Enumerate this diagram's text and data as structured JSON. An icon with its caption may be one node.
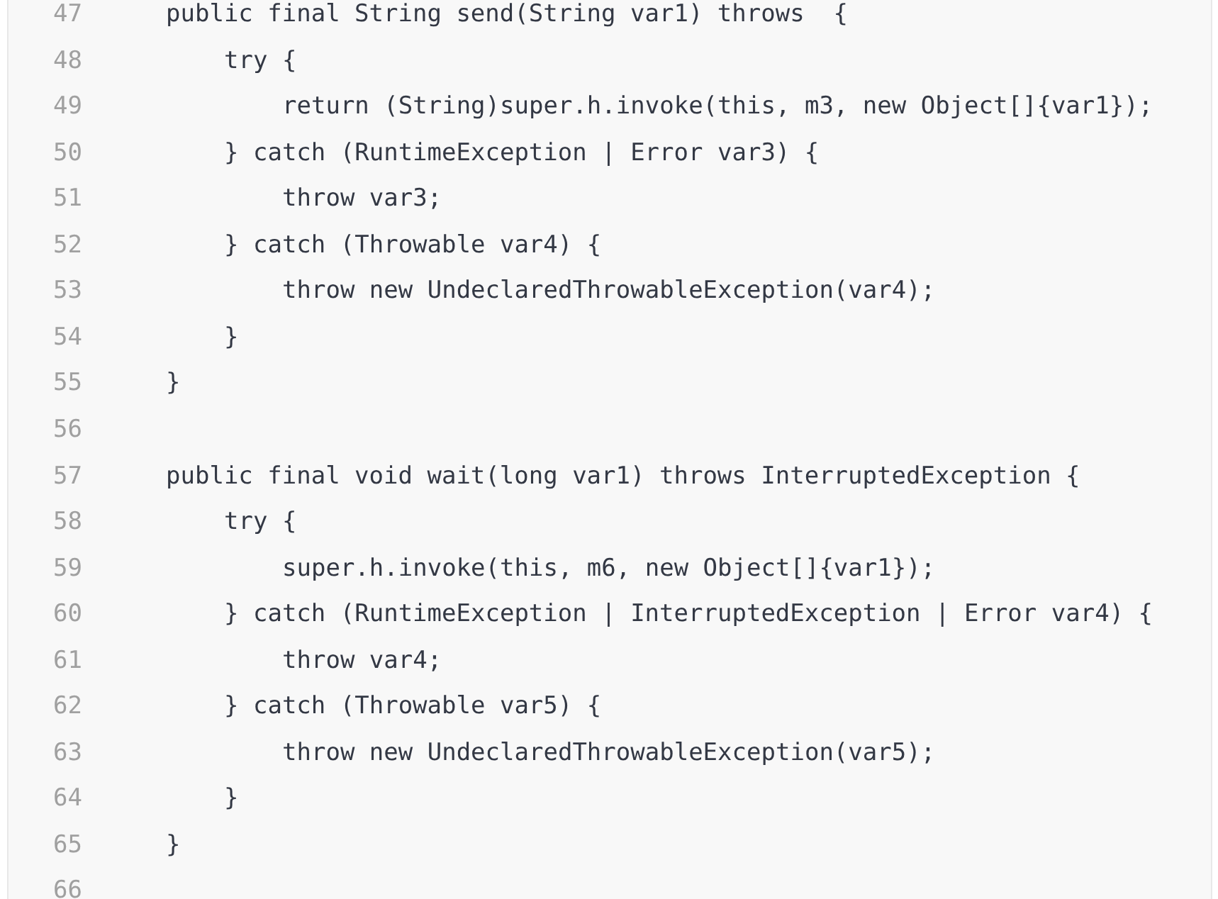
{
  "diagram": {
    "labels": [
      "47",
      "public final String send(String var1) throws  {",
      "48",
      "try {",
      "49",
      "return (String)super.h.invoke(this, m3, new Object[]{var1});",
      "50",
      "} catch (RuntimeException | Error var3) {",
      "51",
      "throw var3;",
      "52",
      "} catch (Throwable var4) {",
      "53",
      "throw new UndeclaredThrowableException(var4);",
      "54",
      "}",
      "55",
      "}",
      "56",
      "57",
      "public final void wait(long var1) throws InterruptedException {",
      "58",
      "try {",
      "59",
      "super.h.invoke(this, m6, new Object[]{var1});",
      "60",
      "} catch (RuntimeException | InterruptedException | Error var4) {",
      "61",
      "throw var4;",
      "62",
      "} catch (Throwable var5) {",
      "63",
      "throw new UndeclaredThrowableException(var5);",
      "64",
      "}",
      "65",
      "}",
      "66"
    ]
  }
}
